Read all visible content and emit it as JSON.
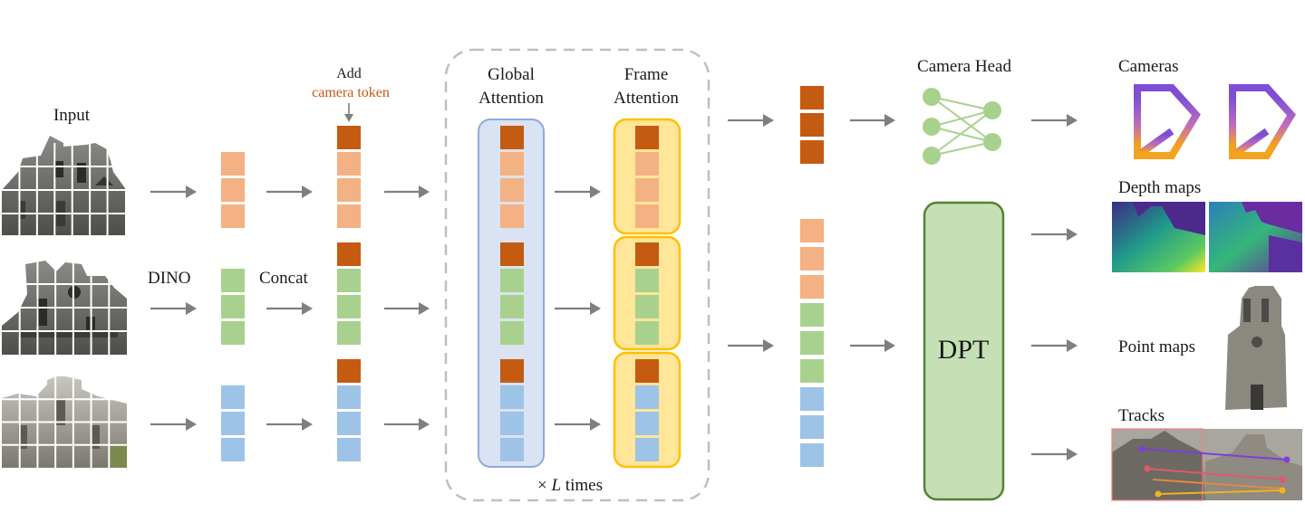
{
  "input_label": "Input",
  "dino_label": "DINO",
  "concat_label": "Concat",
  "add_label": "Add",
  "camera_token_label": "camera token",
  "global_attention": [
    "Global",
    "Attention"
  ],
  "frame_attention": [
    "Frame",
    "Attention"
  ],
  "times_prefix": "× ",
  "times_var": "L",
  "times_suffix": " times",
  "camera_head_label": "Camera Head",
  "dpt_label": "DPT",
  "outputs": {
    "cameras": "Cameras",
    "depth_maps": "Depth maps",
    "point_maps": "Point maps",
    "tracks": "Tracks"
  },
  "colors": {
    "camera_token": "#c55a11",
    "frame1_token": "#f4b183",
    "frame2_token": "#a9d18e",
    "frame3_token": "#9dc3e6",
    "global_box": "#dae3f3",
    "global_box_border": "#8faadc",
    "frame_box": "#ffe699",
    "frame_box_border": "#ffc000",
    "dpt_fill": "#c5e0b4",
    "dpt_border": "#548235",
    "camera_head_node": "#a9d18e",
    "arrow": "#7f7f7f",
    "camera_top": "#7e4fd6",
    "camera_bottom": "#f5a21c"
  },
  "icons": [
    "cathedral-image",
    "neural-network-icon",
    "camera-frustum-icon",
    "depth-map-image",
    "point-map-image",
    "tracks-image"
  ]
}
